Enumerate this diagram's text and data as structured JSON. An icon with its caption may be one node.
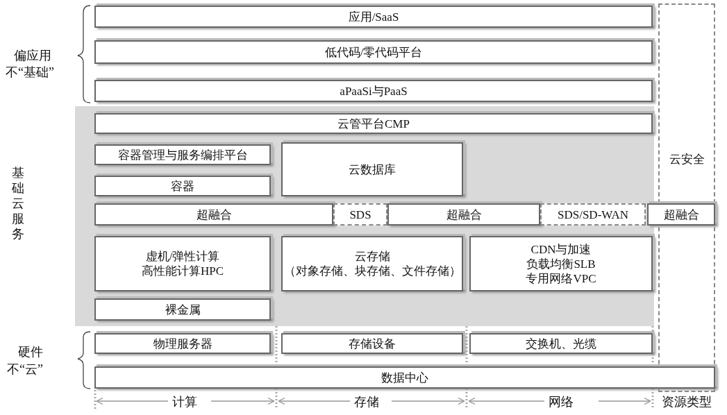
{
  "diagram": {
    "nodes": [
      {
        "text": [
          "应用/SaaS"
        ]
      },
      {
        "text": [
          "低代码/零代码平台"
        ]
      },
      {
        "text": [
          "aPaaSi与PaaS"
        ]
      },
      {
        "text": [
          "基础云服务"
        ]
      },
      {
        "text": [
          "云管平台CMP"
        ],
        "in": 3
      },
      {
        "text": [
          "容器管理与服务编排平台"
        ],
        "in": 3
      },
      {
        "text": [
          "容器"
        ],
        "in": 3
      },
      {
        "text": [
          "云数据库"
        ],
        "in": 3
      },
      {
        "text": [
          "超融合"
        ],
        "in": 3
      },
      {
        "text": [
          "SDS"
        ],
        "in": 3
      },
      {
        "text": [
          "超融合"
        ],
        "in": 3
      },
      {
        "text": [
          "SDS/SD-WAN"
        ],
        "in": 3
      },
      {
        "text": [
          "超融合"
        ]
      },
      {
        "text": [
          "虚机/弹性计算",
          "高性能计算HPC"
        ],
        "in": 3
      },
      {
        "text": [
          "云存储",
          "（对象存储、块存储、文件存储）"
        ],
        "in": 3
      },
      {
        "text": [
          "CDN与加速",
          "负载均衡SLB",
          "专用网络VPC"
        ],
        "in": 3
      },
      {
        "text": [
          "裸金属"
        ],
        "in": 3
      },
      {
        "text": [
          "云安全"
        ]
      },
      {
        "text": [
          "物理服务器"
        ]
      },
      {
        "text": [
          "存储设备"
        ]
      },
      {
        "text": [
          "交换机、光缆"
        ]
      },
      {
        "text": [
          "数据中心"
        ]
      }
    ],
    "edges": [],
    "labels": [
      "偏应用",
      "不“基础”",
      "硬件",
      "不“云”",
      "计算",
      "存储",
      "网络",
      "资源类型"
    ]
  }
}
